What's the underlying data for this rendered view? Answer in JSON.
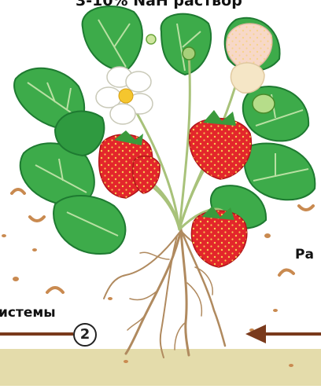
{
  "labels": {
    "top_caption": "3-10% NaH раствор",
    "left_label": "истемы",
    "right_label": "Ра",
    "step_number": "2"
  },
  "colors": {
    "soil": "#e4dcab",
    "leaf": "#3dab4a",
    "leaf_dark": "#1e7a31",
    "leaf_vein": "#b9e0a3",
    "berry": "#e3262b",
    "berry_seed": "#f7cd52",
    "unripe_berry": "#f7d8c8",
    "flower_petal": "#ffffff",
    "flower_center": "#f5c62e",
    "root": "#b08a5f",
    "arrow": "#7a3a1c",
    "crumb": "#c98a50"
  },
  "icons": {
    "left_arrow": "arrow-left-icon",
    "right_arrow": "arrow-left-icon",
    "step_marker": "number-circle-icon"
  }
}
